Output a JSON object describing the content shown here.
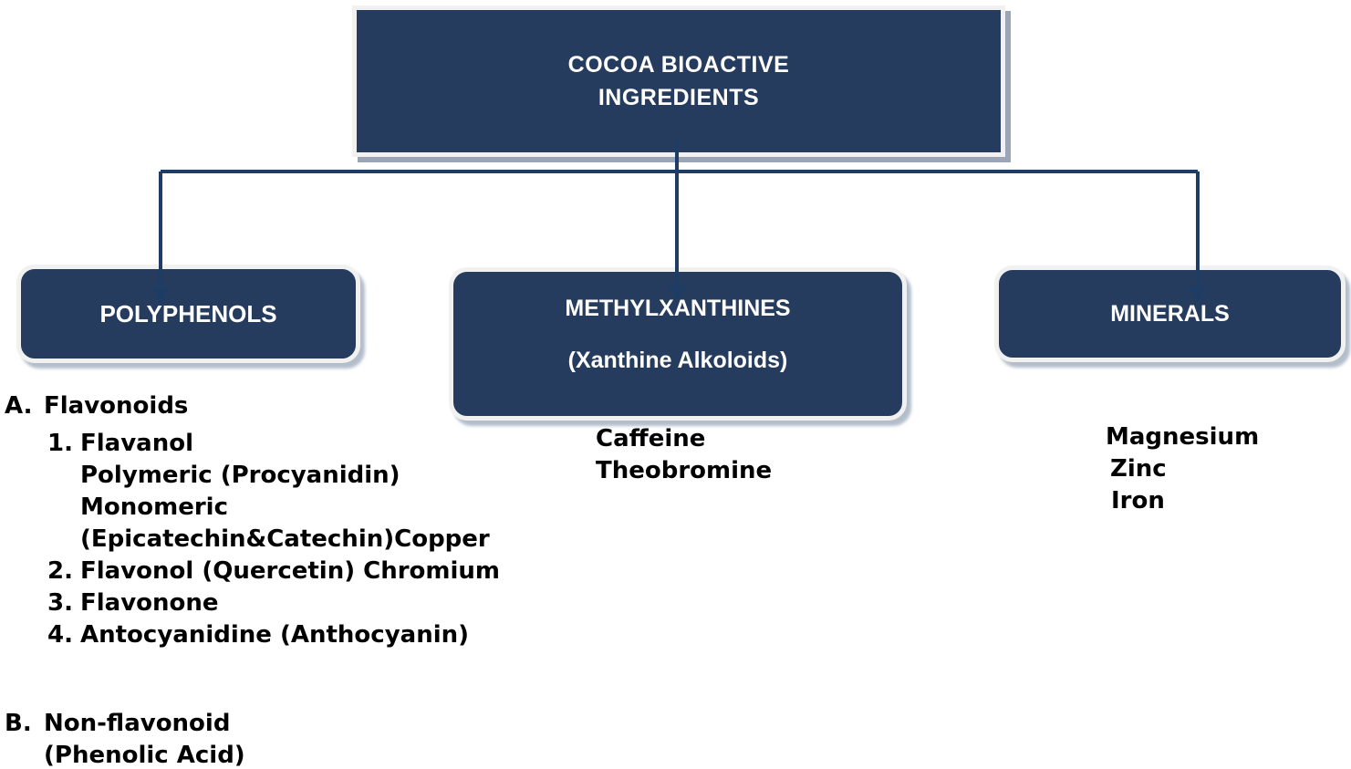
{
  "diagram": {
    "root": {
      "line1": "COCOA BIOACTIVE",
      "line2": "INGREDIENTS"
    },
    "branch_polyphenols": "POLYPHENOLS",
    "branch_methylxanthines": {
      "line1": "METHYLXANTHINES",
      "line2": "(Xanthine Alkoloids)"
    },
    "branch_minerals": "MINERALS"
  },
  "polyphenols_detail": {
    "a_marker": "A.",
    "a_title": "Flavonoids",
    "item1_marker": "1.",
    "item1_line1": "Flavanol",
    "item1_line2": "Polymeric (Procyanidin)",
    "item1_line3": "Monomeric",
    "item1_line4": "(Epicatechin&Catechin)Copper",
    "item2_marker": "2.",
    "item2_text": "Flavonol (Quercetin) Chromium",
    "item3_marker": "3.",
    "item3_text": "Flavonone",
    "item4_marker": "4.",
    "item4_text": "Antocyanidine (Anthocyanin)",
    "b_marker": "B.",
    "b_line1": "Non-flavonoid",
    "b_line2": "(Phenolic Acid)"
  },
  "methylxanthines_detail": {
    "item1": "Caffeine",
    "item2": "Theobromine"
  },
  "minerals_detail": {
    "item1": "Magnesium",
    "item2": "Zinc",
    "item3": "Iron"
  },
  "colors": {
    "box_fill": "#263C5E",
    "box_border": "#F1F1F1",
    "connector": "#1E3C64",
    "shadow": "#9AA6B6",
    "text": "#000000",
    "label_text": "#FFFFFF"
  }
}
